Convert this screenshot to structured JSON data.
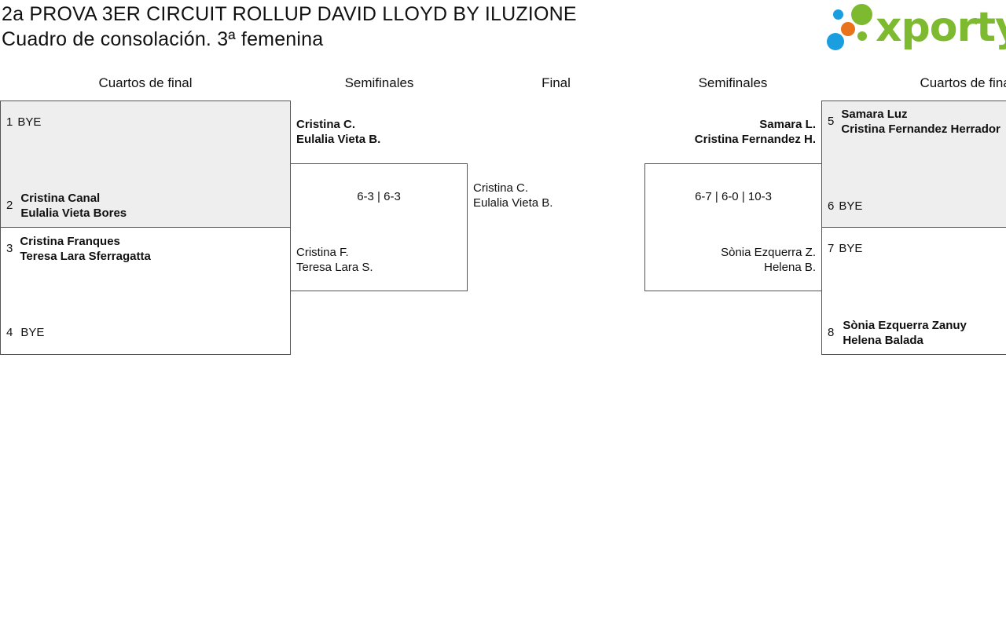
{
  "header": {
    "title_line1": "2a PROVA 3ER CIRCUIT ROLLUP DAVID LLOYD BY ILUZIONE",
    "title_line2": "Cuadro de consolación. 3ª femenina",
    "logo_text": "xporty",
    "logo_colors": {
      "green": "#7dba2f",
      "blue": "#1a9ee0",
      "orange": "#e8731a"
    }
  },
  "rounds": [
    "Cuartos de final",
    "Semifinales",
    "Final",
    "Semifinales",
    "Cuartos de final"
  ],
  "left_quarters": [
    {
      "seed": "1",
      "names": [
        "BYE"
      ]
    },
    {
      "seed": "2",
      "names": [
        "Cristina Canal",
        "Eulalia Vieta Bores"
      ]
    },
    {
      "seed": "3",
      "names": [
        "Cristina Franques",
        "Teresa Lara Sferragatta"
      ]
    },
    {
      "seed": "4",
      "names": [
        "BYE"
      ]
    }
  ],
  "right_quarters": [
    {
      "seed": "5",
      "names": [
        "Samara Luz",
        "Cristina Fernandez Herrador"
      ]
    },
    {
      "seed": "6",
      "names": [
        "BYE"
      ]
    },
    {
      "seed": "7",
      "names": [
        "BYE"
      ]
    },
    {
      "seed": "8",
      "names": [
        "Sònia Ezquerra Zanuy",
        "Helena Balada"
      ]
    }
  ],
  "left_semi": {
    "top": [
      "Cristina C.",
      "Eulalia Vieta B."
    ],
    "score": "6-3 | 6-3",
    "bottom": [
      "Cristina F.",
      "Teresa Lara S."
    ]
  },
  "right_semi": {
    "top": [
      "Samara L.",
      "Cristina Fernandez H."
    ],
    "score": "6-7 | 6-0 | 10-3",
    "bottom": [
      "Sònia Ezquerra Z.",
      "Helena B."
    ]
  },
  "final": [
    "Cristina C.",
    "Eulalia Vieta B."
  ]
}
